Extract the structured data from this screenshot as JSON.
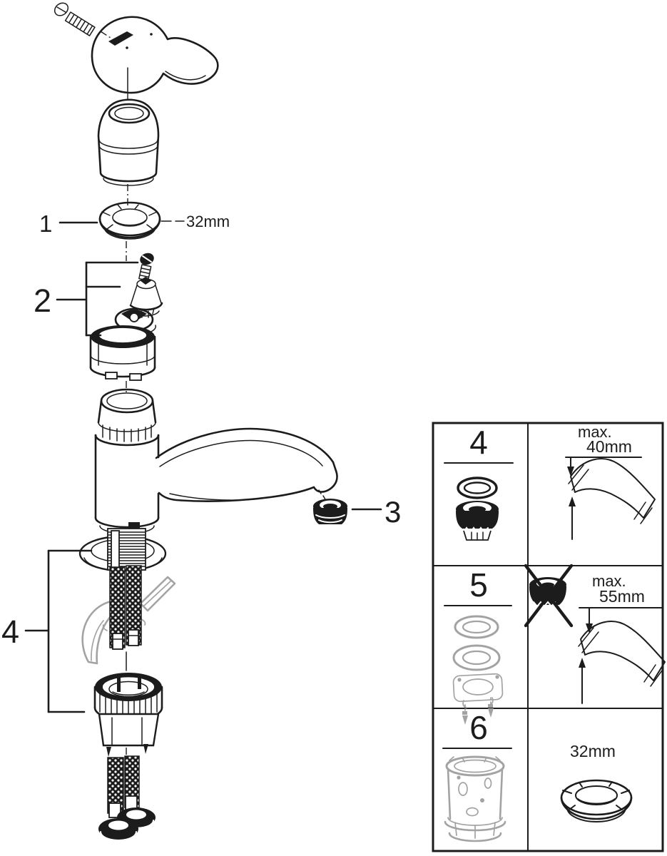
{
  "page": {
    "background": "#ffffff",
    "ink": "#1c1c1c",
    "ghost_gray": "#a3a3a3"
  },
  "exploded_view": {
    "callouts": {
      "c1": {
        "label": "1",
        "dimension": "32mm"
      },
      "c2": {
        "label": "2"
      },
      "c3": {
        "label": "3"
      },
      "c4": {
        "label": "4"
      }
    },
    "parts": [
      "handle-screw",
      "lever-handle",
      "handle-dome-cap",
      "ring-nut",
      "cartridge-fixing-screw",
      "cartridge-adjuster",
      "ceramic-cartridge",
      "faucet-body-with-spout",
      "spout-aerator",
      "threaded-shank",
      "base-seal-washer",
      "sink-deck-cutaway",
      "braided-supply-hose",
      "mounting-nut",
      "supply-hose-connectors"
    ]
  },
  "reference_table": {
    "rows": [
      {
        "item": "4",
        "parts_icon": "aerator-with-o-ring",
        "note_line1": "max.",
        "note_line2": "40mm",
        "detail_icon": "counter-cross-section-dimension"
      },
      {
        "item": "5",
        "parts_icon": "seal-washers-mounting-plate-screws",
        "forbidden_icon": "aerator-crossed-out",
        "note_line1": "max.",
        "note_line2": "55mm",
        "detail_icon": "counter-cross-section-dimension"
      },
      {
        "item": "6",
        "parts_icon": "installation-socket-tool",
        "note": "32mm",
        "detail_icon": "ring-nut"
      }
    ]
  }
}
